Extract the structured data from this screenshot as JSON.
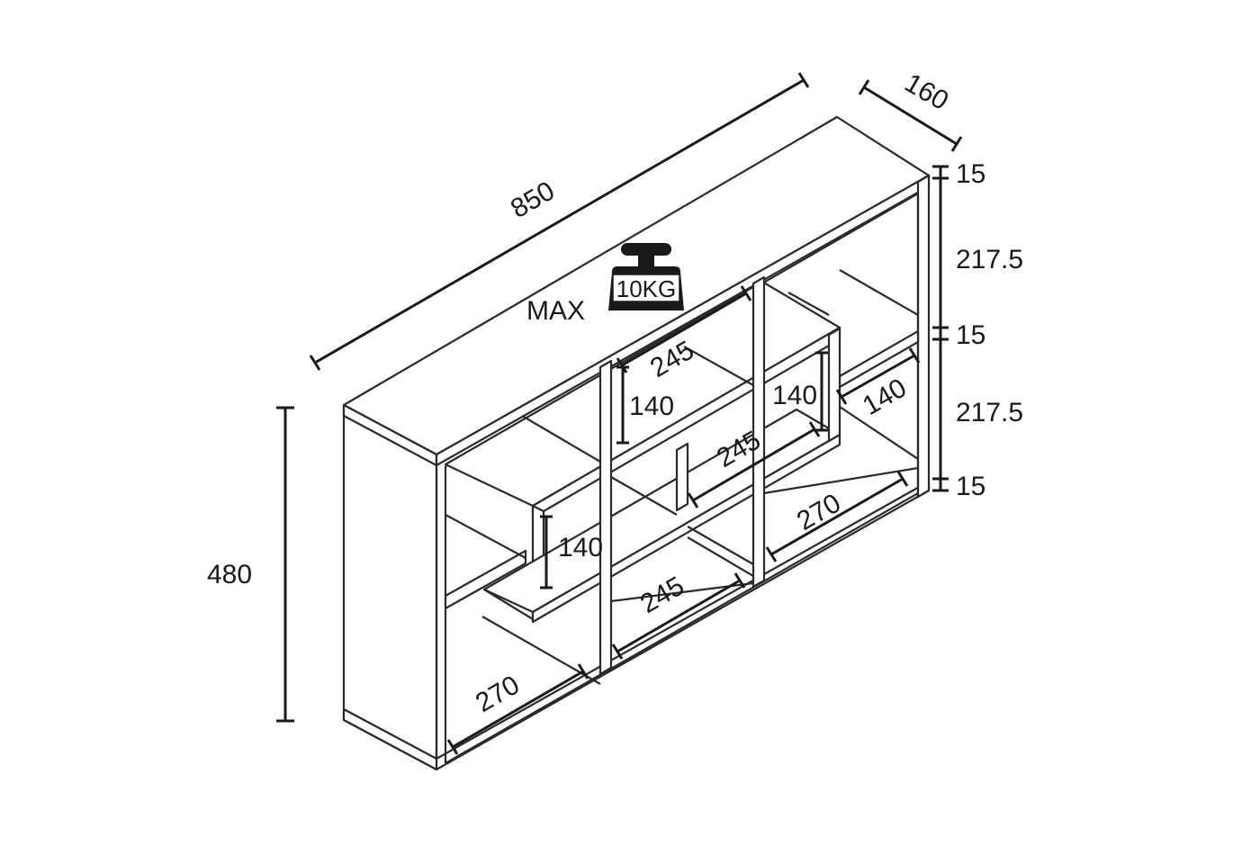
{
  "dimensions": {
    "width": "850",
    "depth": "160",
    "height": "480",
    "right_panel": [
      "15",
      "217.5",
      "15",
      "217.5",
      "15"
    ],
    "upper_cube_width": "245",
    "upper_cube_height_left": "140",
    "upper_cube_height_right": "140",
    "right_cube_depth": "140",
    "center_cube_width": "245",
    "mid_left_height": "140",
    "right_bottom_width": "270",
    "bottom_center_width": "245",
    "bottom_left_width": "270"
  },
  "load": {
    "prefix": "MAX",
    "capacity": "10KG"
  },
  "icons": {
    "weight": "weight-icon"
  }
}
